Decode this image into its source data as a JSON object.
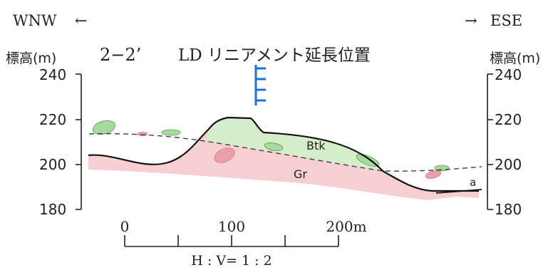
{
  "header": {
    "left_direction": "WNW",
    "right_direction": "ESE",
    "left_arrow": "←",
    "right_arrow": "→",
    "section_id": "2−2’",
    "lineament_label": "LD リニアメント延長位置"
  },
  "axes": {
    "left_label": "標高(m)",
    "right_label": "標高(m)",
    "ticks": [
      "240",
      "220",
      "200",
      "180"
    ]
  },
  "units": {
    "btk_label": "Btk",
    "gr_label": "Gr",
    "a_label": "a"
  },
  "scale_bar": {
    "labels": [
      "0",
      "100",
      "200m"
    ],
    "ratio": "H : V= 1 : 2"
  },
  "colors": {
    "granite": "#f6cfd3",
    "btk": "#d6edcc",
    "btk_patch": "#a9d9a0",
    "gr_patch": "#eaa0a8",
    "lineament_marker": "#1e6fe0"
  }
}
